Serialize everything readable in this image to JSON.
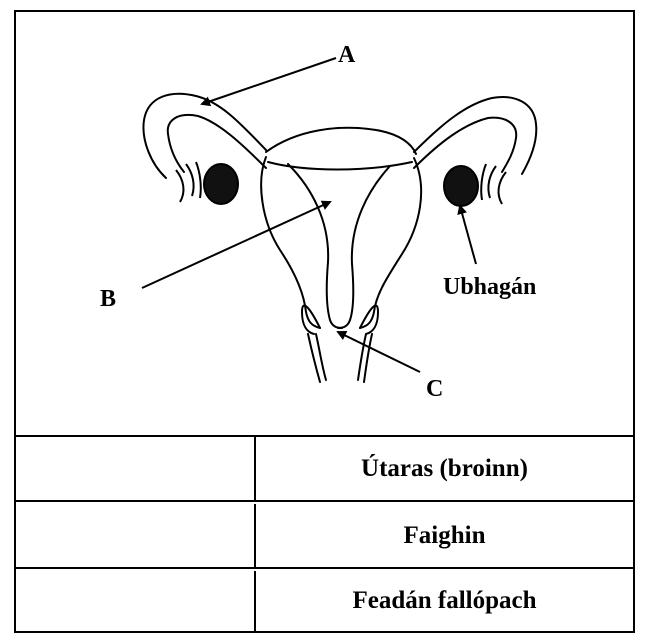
{
  "diagram": {
    "labels": {
      "a": "A",
      "b": "B",
      "c": "C",
      "ovary": "Ubhagán"
    }
  },
  "table": {
    "rows": [
      {
        "answer": "",
        "term": "Útaras (broinn)"
      },
      {
        "answer": "",
        "term": "Faighin"
      },
      {
        "answer": "",
        "term": "Feadán fallópach"
      }
    ]
  }
}
